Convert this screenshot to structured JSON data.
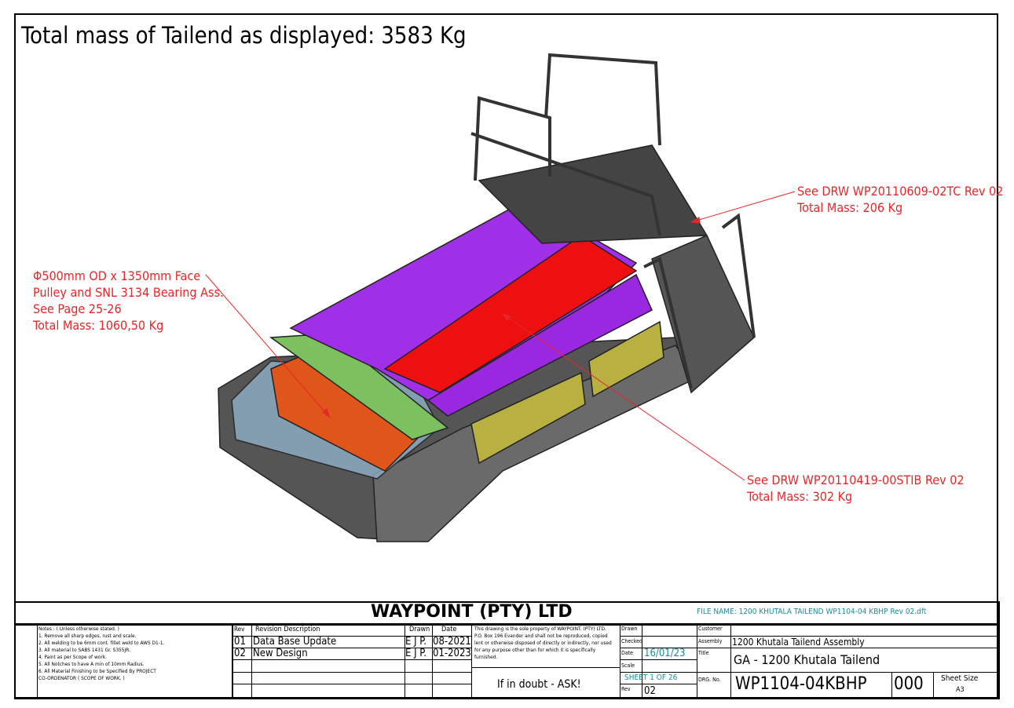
{
  "heading": "Total mass of Tailend as displayed: 3583 Kg",
  "callouts": {
    "walkway": [
      "See DRW WP20110609-02TC Rev 02",
      "Total Mass: 206 Kg"
    ],
    "pulley": [
      "Φ500mm OD x 1350mm Face",
      "Pulley and SNL 3134 Bearing Ass.",
      "See Page 25-26",
      "Total Mass: 1060,50 Kg"
    ],
    "chute": [
      "See DRW WP20110419-00STIB Rev 02",
      "Total Mass: 302 Kg"
    ]
  },
  "title_block": {
    "company": "WAYPOINT (PTY) LTD",
    "file_name": "FILE NAME: 1200 KHUTALA TAILEND WP1104-04 KBHP Rev 02.dft",
    "notes": [
      "Notes : ( Unless otherwise stated. )",
      "1. Remove all sharp edges, rust and scale.",
      "2. All welding to be 6mm cont. fillet weld to AWS D1-1.",
      "3. All material to SABS 1431 Gr. S355JR.",
      "4. Paint as per Scope of work.",
      "5. All Notches to have A min of 10mm Radius.",
      "6. All Material Finishing to be Specified By PROJECT",
      "  CO-ORDENATOR ( SCOPE OF WORK. )"
    ],
    "rev_headers": [
      "Rev",
      "Revision Description",
      "Drawn",
      "Date"
    ],
    "revisions": [
      {
        "rev": "01",
        "desc": "Data Base Update",
        "drawn": "E J P.",
        "date": "08-2021"
      },
      {
        "rev": "02",
        "desc": "New Design",
        "drawn": "E J P.",
        "date": "01-2023"
      }
    ],
    "property": [
      "This drawing is the sole property of WAYPOINT. (PTY) LTD.",
      "P.O. Box 196 Evander and shall not be reproduced, copied",
      "lent or otherwise disposed of directly or indirectly, nor used",
      "for any purpose other than for which it is specifically",
      "furnished."
    ],
    "doubt": "If in doubt - ASK!",
    "labels": {
      "drawn": "Drawn",
      "checked": "Checked",
      "date": "Date",
      "scale": "Scale",
      "rev": "Rev",
      "customer": "Customer",
      "assembly": "Assembly",
      "title": "Title",
      "drg": "DRG. No."
    },
    "date": "16/01/23",
    "sheet": "SHEET 1 OF 26",
    "rev": "02",
    "assembly": "1200 Khutala Tailend Assembly",
    "title": "GA - 1200 Khutala Tailend",
    "drg_no": "WP1104-04KBHP",
    "drg_suffix": "000",
    "sheet_size_label": "Sheet Size",
    "sheet_size": "A3"
  }
}
